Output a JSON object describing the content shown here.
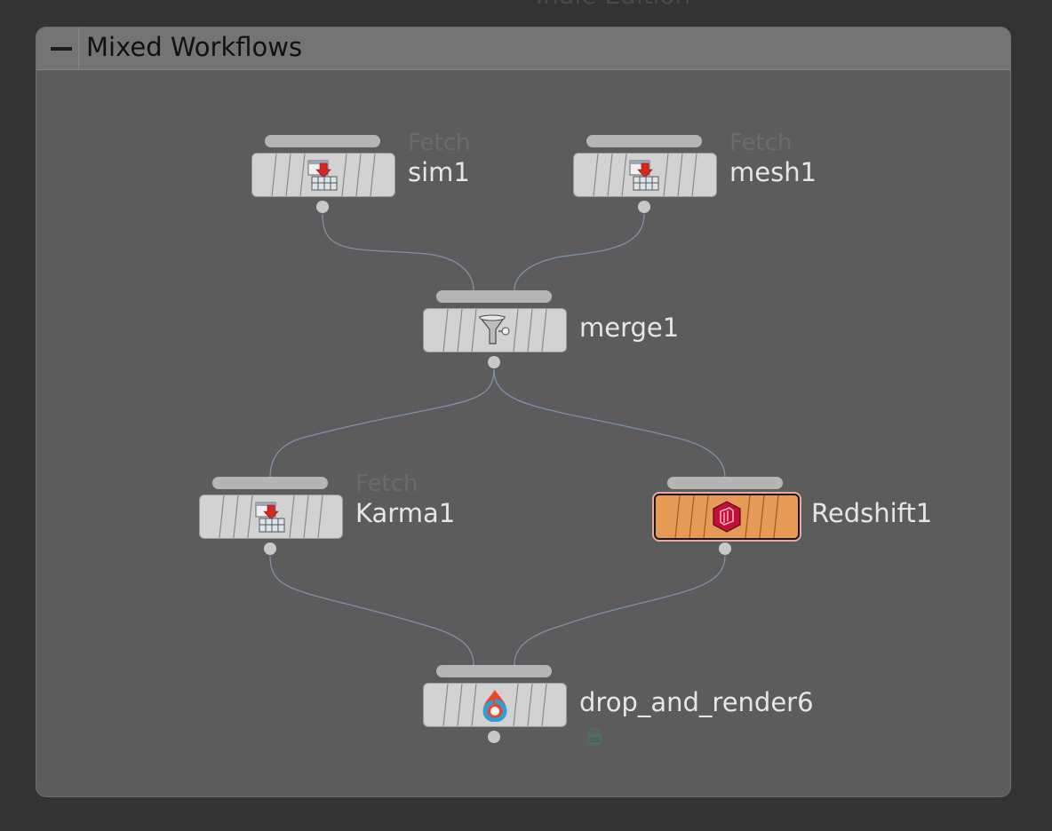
{
  "top_ghost_text": "Indie Edition",
  "netbox": {
    "title": "Mixed Workflows"
  },
  "nodes": {
    "sim1": {
      "name": "sim1",
      "type": "Fetch"
    },
    "mesh1": {
      "name": "mesh1",
      "type": "Fetch"
    },
    "merge1": {
      "name": "merge1"
    },
    "karma1": {
      "name": "Karma1",
      "type": "Fetch"
    },
    "redshift1": {
      "name": "Redshift1",
      "color": "#e59a55"
    },
    "drop_and_render6": {
      "name": "drop_and_render6"
    }
  },
  "icons": {
    "fetch": "fetch-icon",
    "merge": "funnel-icon",
    "redshift": "redshift-cube-icon",
    "drop_and_render": "flame-drop-icon",
    "lock": "lock-icon"
  },
  "colors": {
    "wire": "#7f91a8",
    "network_bg": "#5c5c5c",
    "node": "#d2d2d2",
    "redshift_node": "#e59a55"
  }
}
